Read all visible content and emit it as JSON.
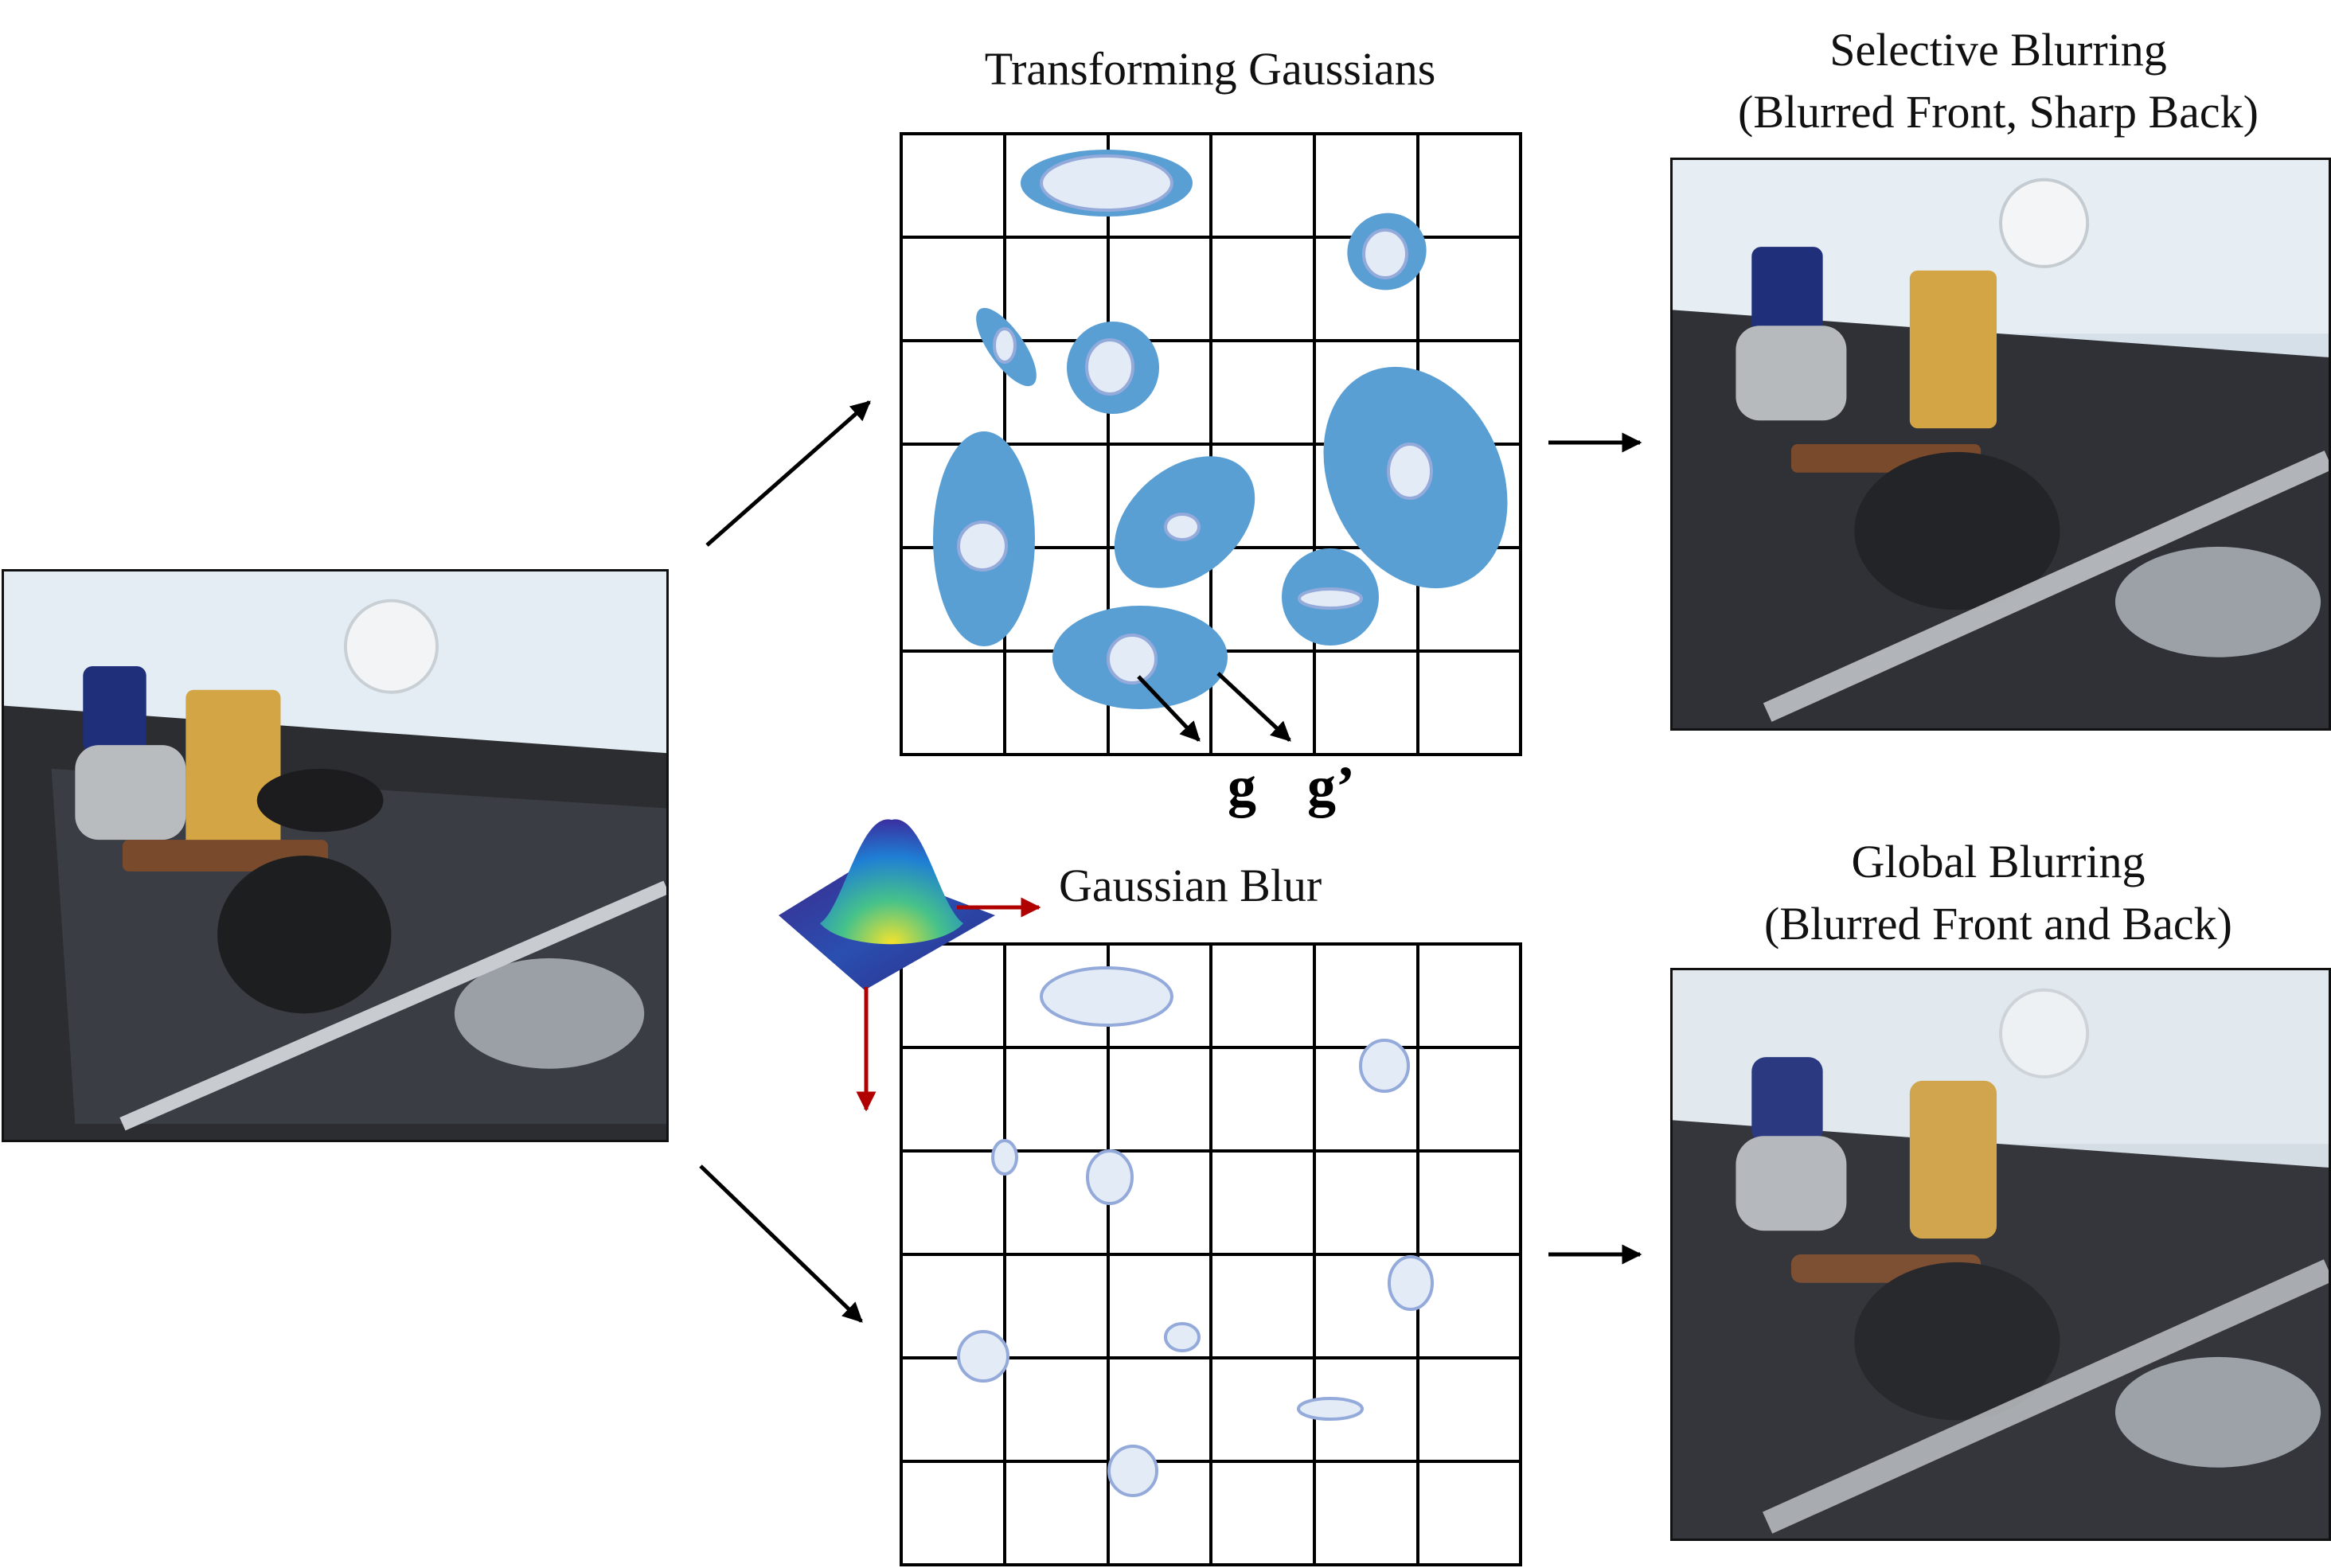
{
  "titles": {
    "transforming": "Transforming Gaussians",
    "selective_line1": "Selective Blurring",
    "selective_line2": "(Blurred Front, Sharp Back)",
    "gaussian_blur": "Gaussian Blur",
    "global_line1": "Global Blurring",
    "global_line2": "(Blurred Front and Back)"
  },
  "vector_labels": {
    "g": "g",
    "g_prime": "g’"
  },
  "colors": {
    "gaussian_fill": "#5a9fd4",
    "core_fill": "#e3ebf7",
    "core_stroke": "#94aadb",
    "grid": "#000000",
    "axis_arrow": "#b00000"
  },
  "icons": {
    "input_photo": "kitchen-tools-photo",
    "selective_output": "selective-blur-photo",
    "global_output": "global-blur-photo",
    "gaussian_kernel": "3d-gaussian-surface-icon"
  }
}
